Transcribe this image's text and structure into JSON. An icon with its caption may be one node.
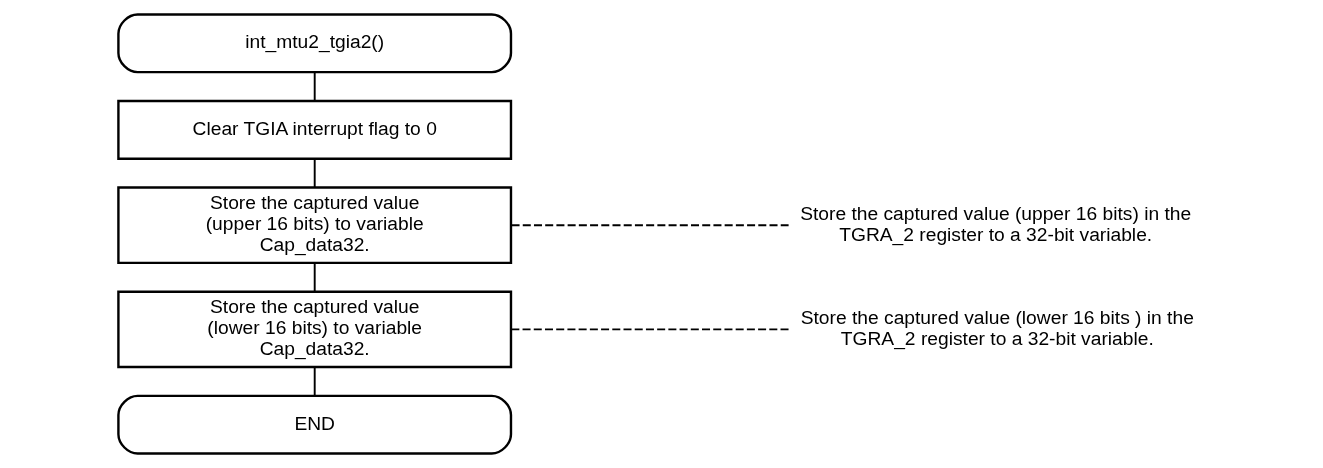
{
  "diagram": {
    "nodes": [
      {
        "text": [
          "int_mtu2_tgia2()"
        ]
      },
      {
        "text": [
          "Clear TGIA interrupt flag to 0"
        ]
      },
      {
        "text": [
          "Store the captured value (upper 16 bits) to variable Cap_data32."
        ]
      },
      {
        "text": [
          "Store the captured value (lower 16 bits) to variable Cap_data32."
        ]
      },
      {
        "text": [
          "END"
        ]
      },
      {
        "text": [
          "Store the captured value (upper 16 bits) in the TGRA_2 register to a 32-bit variable."
        ]
      },
      {
        "text": [
          "Store the captured value (lower 16 bits ) in the TGRA_2 register to a 32-bit variable."
        ]
      }
    ],
    "edges": [
      {
        "from": 0,
        "to": 1,
        "arrow": "none"
      },
      {
        "from": 1,
        "to": 2,
        "arrow": "none"
      },
      {
        "from": 2,
        "to": 3,
        "arrow": "none"
      },
      {
        "from": 3,
        "to": 4,
        "arrow": "none"
      },
      {
        "from": 2,
        "to": 5,
        "arrow": "none",
        "style": "dashed"
      },
      {
        "from": 3,
        "to": 6,
        "arrow": "none",
        "style": "dashed"
      }
    ]
  }
}
